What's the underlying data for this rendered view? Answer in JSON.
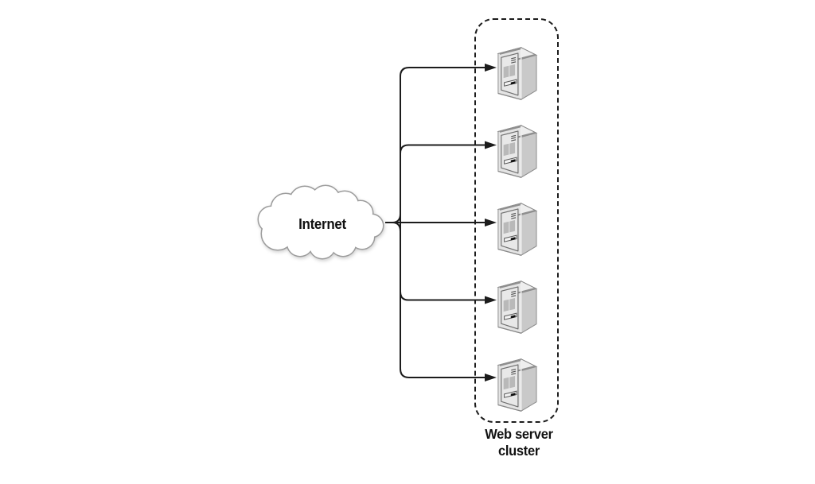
{
  "diagram": {
    "internet_label": "Internet",
    "cluster_label": "Web server cluster",
    "server_count": 5,
    "colors": {
      "line": "#1c1c1c",
      "cluster_border": "#1c1c1c",
      "background": "#ffffff",
      "cloud_fill": "#ffffff",
      "cloud_outline": "#9c9c9c",
      "server_front": "#e4e4e4",
      "server_side": "#c9c9c9",
      "server_top": "#eeeeee",
      "server_panel_outline": "#6f6f6f",
      "server_vent": "#b9b9b9"
    }
  }
}
